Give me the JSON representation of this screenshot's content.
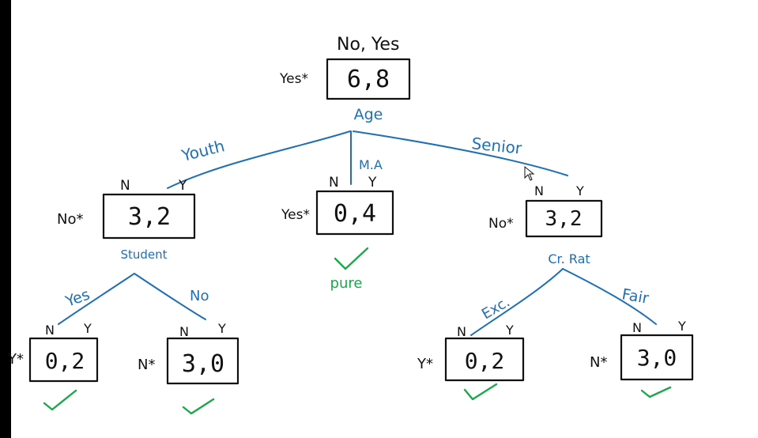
{
  "root": {
    "header": "No, Yes",
    "counts": "6,8",
    "label": "Yes*",
    "split": "Age"
  },
  "branches": {
    "youth": "Youth",
    "middle_aged": "M.A",
    "senior": "Senior",
    "student_yes": "Yes",
    "student_no": "No",
    "credit_exc": "Exc.",
    "credit_fair": "Fair"
  },
  "nodes": {
    "youth": {
      "header_n": "N",
      "header_y": "Y",
      "counts": "3,2",
      "label": "No*",
      "split": "Student"
    },
    "middle_aged": {
      "header_n": "N",
      "header_y": "Y",
      "counts": "0,4",
      "label": "Yes*",
      "note": "pure"
    },
    "senior": {
      "header_n": "N",
      "header_y": "Y",
      "counts": "3,2",
      "label": "No*",
      "split": "Cr. Rat"
    },
    "student_yes": {
      "header_n": "N",
      "header_y": "Y",
      "counts": "0,2",
      "label": "Y*"
    },
    "student_no": {
      "header_n": "N",
      "header_y": "Y",
      "counts": "3,0",
      "label": "N*"
    },
    "credit_exc": {
      "header_n": "N",
      "header_y": "Y",
      "counts": "0,2",
      "label": "Y*"
    },
    "credit_fair": {
      "header_n": "N",
      "header_y": "Y",
      "counts": "3,0",
      "label": "N*"
    }
  },
  "colors": {
    "ink": "#111111",
    "blue": "#1f6fb5",
    "green": "#1aa84a"
  }
}
